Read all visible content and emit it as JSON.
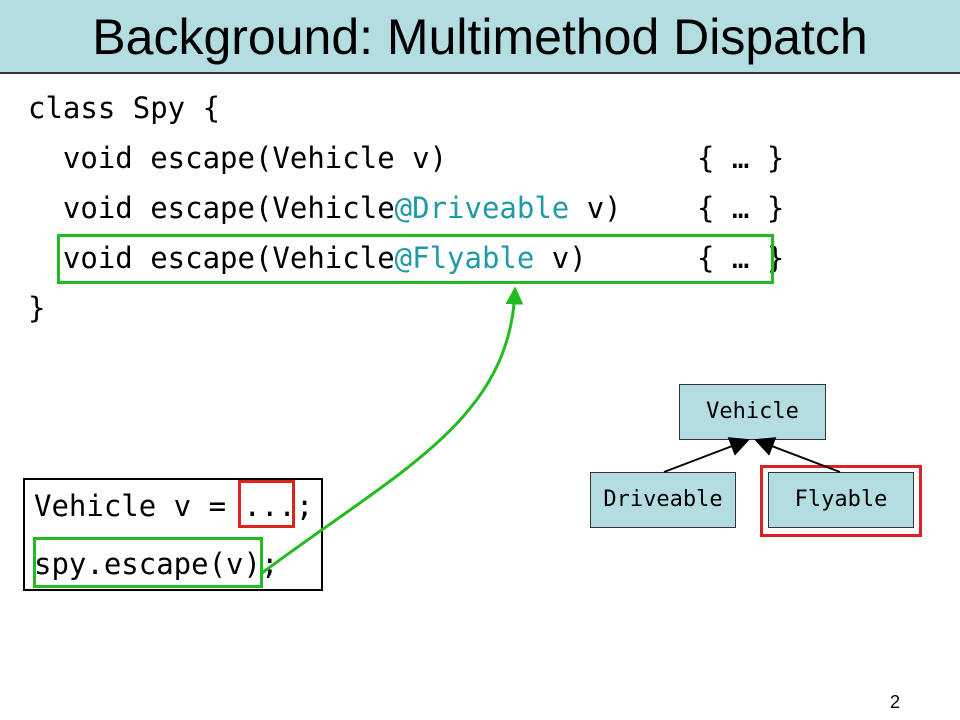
{
  "slide": {
    "title": "Background: Multimethod Dispatch",
    "page_number": "2"
  },
  "code": {
    "line1": "class Spy {",
    "line2": {
      "prefix": "  void escape(Vehicle v)",
      "body": "{ … }"
    },
    "line3": {
      "prefix": "  void escape(Vehicle",
      "annotation": "@Driveable",
      "suffix": " v)",
      "body": "{ … }"
    },
    "line4": {
      "prefix": "  void escape(Vehicle",
      "annotation": "@Flyable",
      "suffix": " v)",
      "body": "{ … }"
    },
    "line5": "}"
  },
  "call_box": {
    "line1": {
      "before": "Vehicle v = ",
      "highlight": "...",
      "after": ";"
    },
    "line2": {
      "highlight": "spy.escape(v)",
      "after": ";"
    }
  },
  "hierarchy": {
    "root": "Vehicle",
    "children": [
      "Driveable",
      "Flyable"
    ],
    "selected": "Flyable"
  },
  "colors": {
    "title_bg": "#b3dde1",
    "annotation": "#1f9aa6",
    "dispatch_highlight": "#22bb22",
    "type_highlight": "#dd2222"
  }
}
